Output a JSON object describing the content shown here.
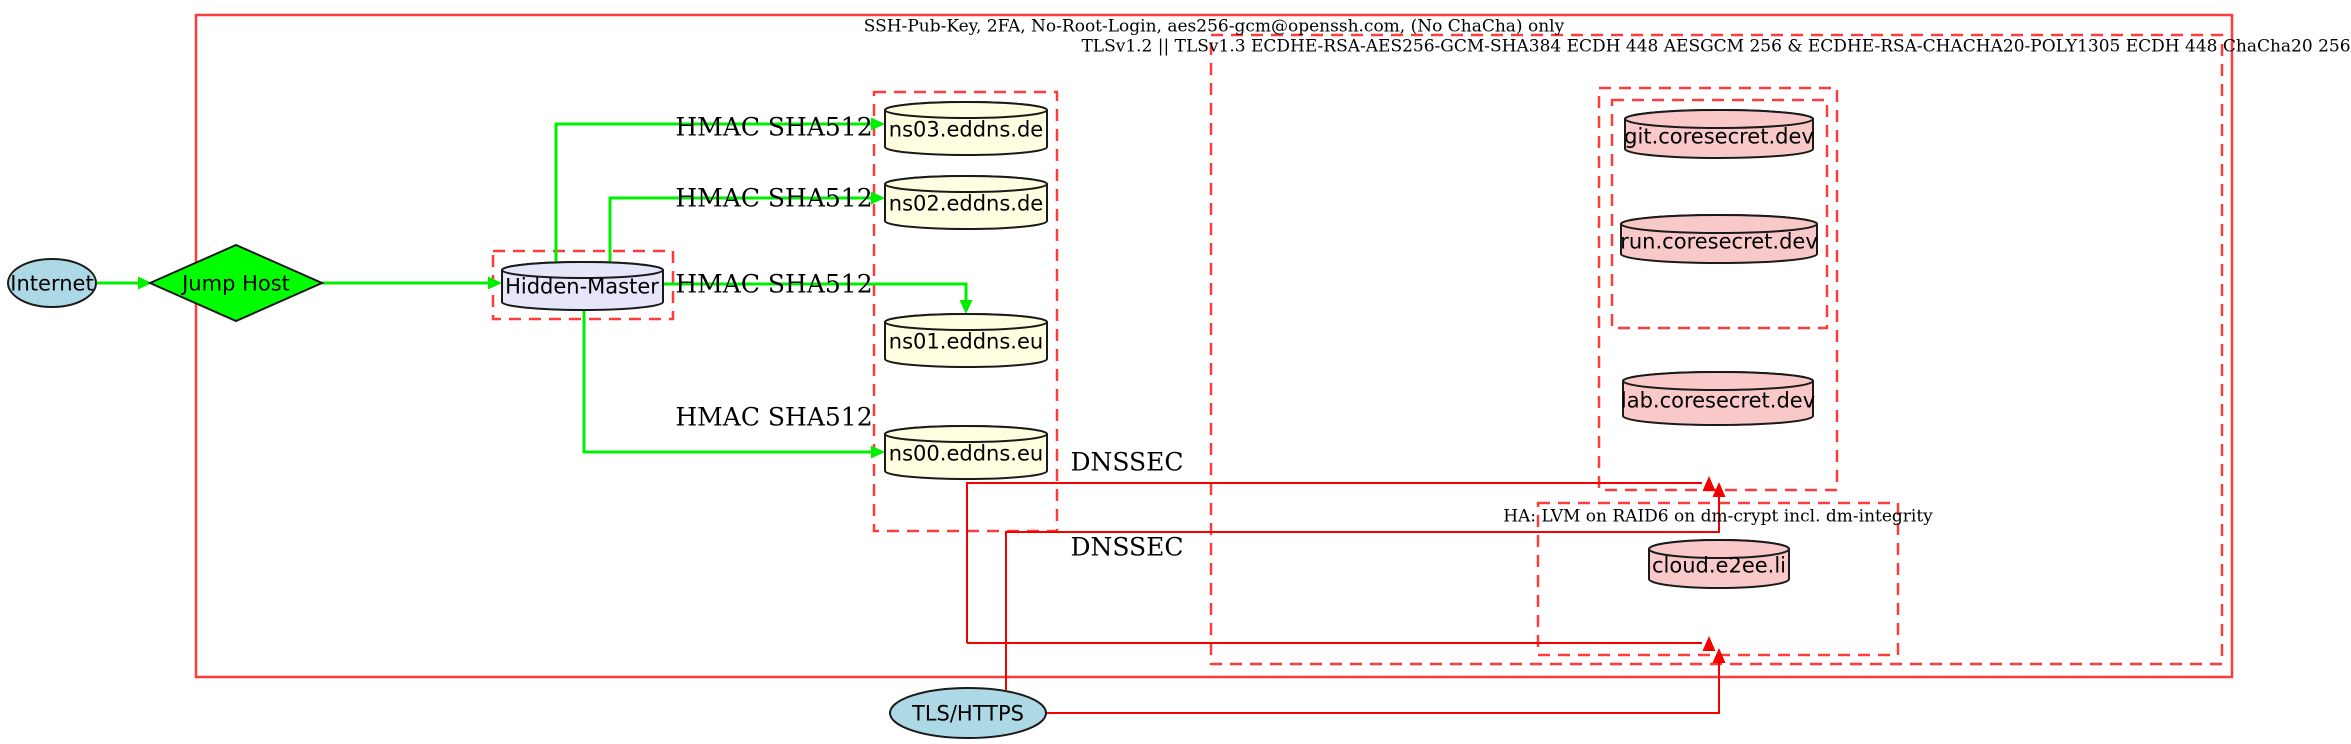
{
  "diagram": {
    "clusters": {
      "ssh_policy": {
        "label": "SSH-Pub-Key, 2FA, No-Root-Login, aes256-gcm@openssh.com, (No ChaCha) only"
      },
      "tls_policy": {
        "label": "TLSv1.2 || TLSv1.3 ECDHE-RSA-AES256-GCM-SHA384 ECDH 448 AESGCM 256 & ECDHE-RSA-CHACHA20-POLY1305 ECDH 448 ChaCha20 256"
      },
      "ha_storage": {
        "label": "HA: LVM on RAID6 on dm-crypt incl. dm-integrity"
      }
    },
    "nodes": {
      "internet": "Internet",
      "jump_host": "Jump Host",
      "hidden_master": "Hidden-Master",
      "ns03": "ns03.eddns.de",
      "ns02": "ns02.eddns.de",
      "ns01": "ns01.eddns.eu",
      "ns00": "ns00.eddns.eu",
      "git": "git.coresecret.dev",
      "run": "run.coresecret.dev",
      "lab": "lab.coresecret.dev",
      "cloud": "cloud.e2ee.li",
      "tls_https": "TLS/HTTPS"
    },
    "edge_labels": {
      "hmac": "HMAC SHA512",
      "dnssec": "DNSSEC"
    },
    "colors": {
      "green": "#00ee00",
      "red_edge": "#f40000",
      "red_border": "#ff3b3b",
      "fill_internet": "#add8e6",
      "fill_jump": "#00ff00",
      "fill_master": "#e6e6fa",
      "fill_dns": "#fffee0",
      "fill_service": "#f9c8c8",
      "fill_tls_node": "#add8e6"
    }
  }
}
